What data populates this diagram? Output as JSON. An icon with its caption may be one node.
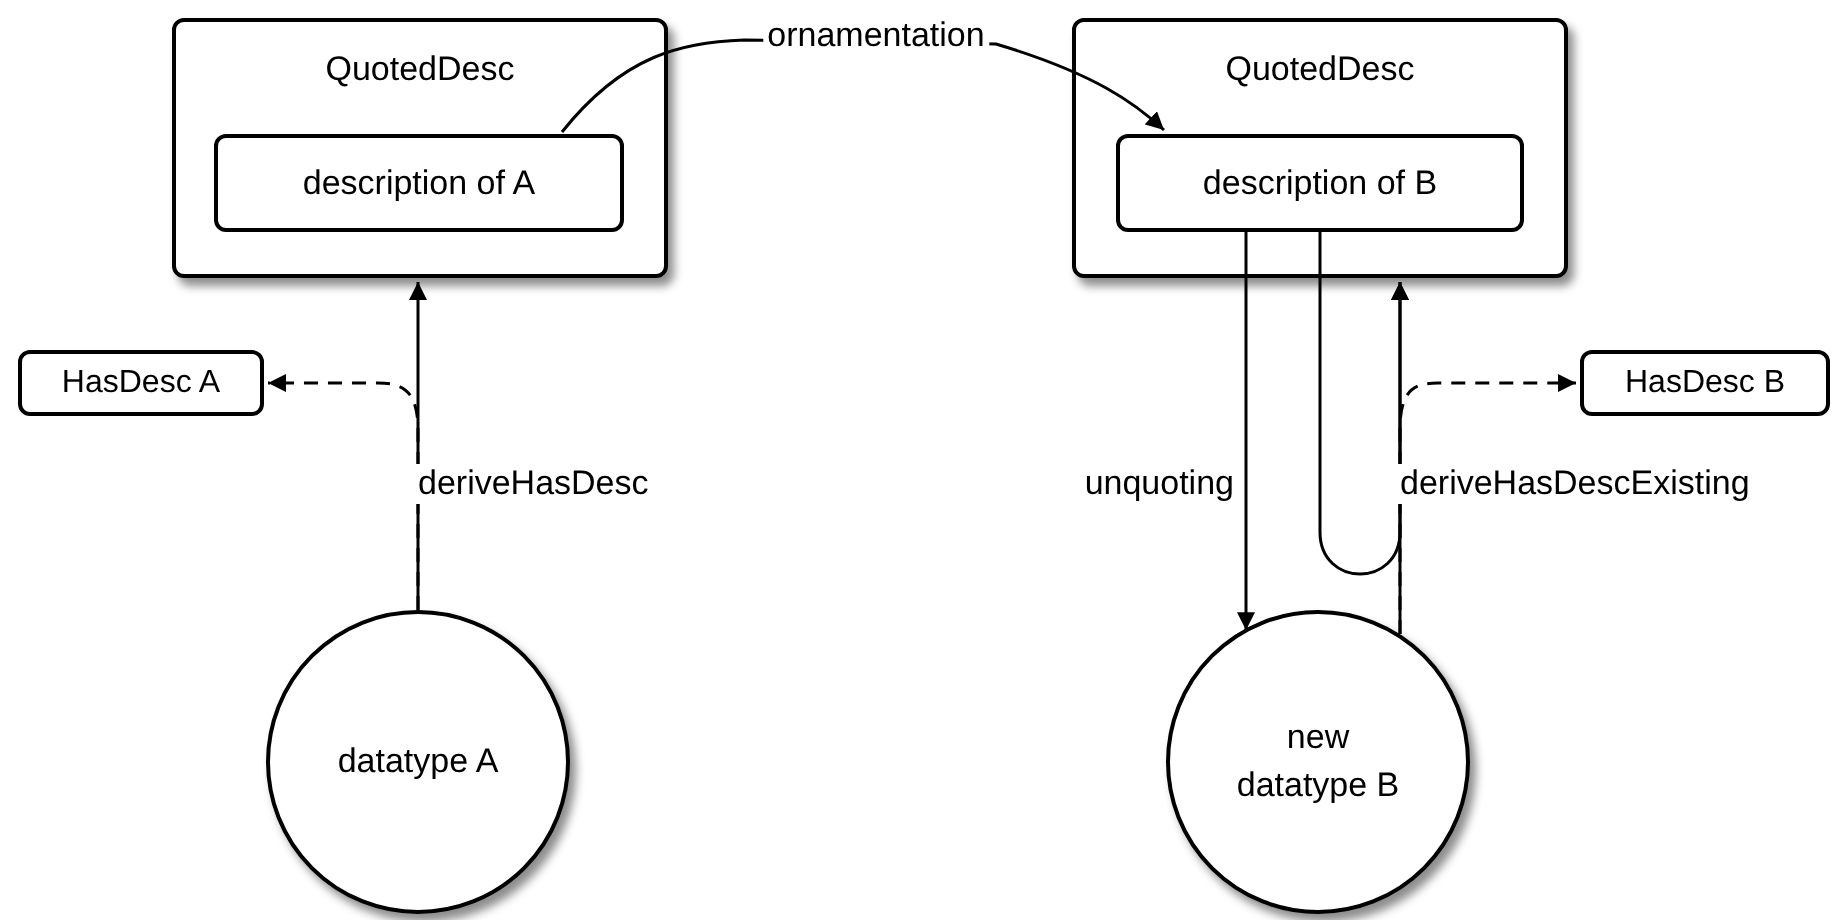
{
  "diagram": {
    "nodes": [
      {
        "text": [
          "QuotedDesc"
        ]
      },
      {
        "text": [
          "description of A"
        ],
        "in": 0
      },
      {
        "text": [
          "QuotedDesc"
        ]
      },
      {
        "text": [
          "description of B"
        ],
        "in": 2
      },
      {
        "text": [
          "HasDesc A"
        ]
      },
      {
        "text": [
          "HasDesc B"
        ]
      },
      {
        "text": [
          "datatype A"
        ]
      },
      {
        "text": [
          "new datatype B"
        ]
      }
    ],
    "edges": [
      {
        "from": 6,
        "to": 0,
        "arrow": "to",
        "label": "deriveHasDesc"
      },
      {
        "from": 6,
        "to": 4,
        "arrow": "to",
        "style": "dashed"
      },
      {
        "from": 1,
        "to": 3,
        "arrow": "to",
        "label": "ornamentation"
      },
      {
        "from": 3,
        "to": 7,
        "arrow": "to",
        "label": "unquoting"
      },
      {
        "from": 3,
        "to": 2,
        "arrow": "to"
      },
      {
        "from": 7,
        "to": 2,
        "arrow": "to",
        "label": "deriveHasDescExisting"
      },
      {
        "from": 7,
        "to": 5,
        "arrow": "to",
        "style": "dashed"
      }
    ]
  }
}
